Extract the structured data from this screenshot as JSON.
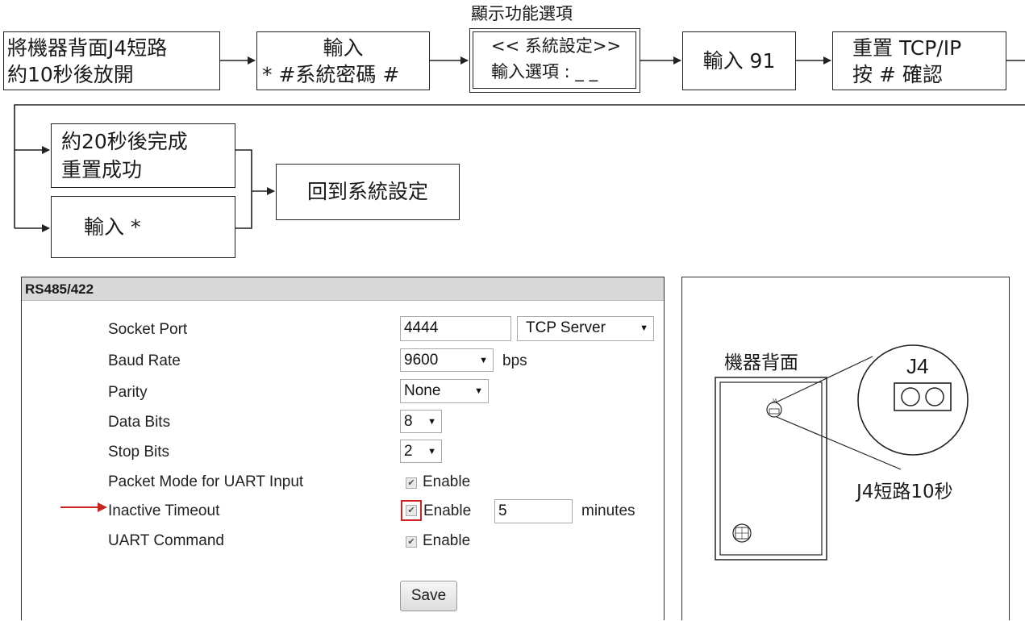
{
  "flow": {
    "step1": {
      "line1": "將機器背面J4短路",
      "line2": "約10秒後放開"
    },
    "step2": {
      "line1": "輸入",
      "line2": "* #系統密碼 #"
    },
    "step3": {
      "caption": "顯示功能選項",
      "line1": "<< 系統設定>>",
      "line2": "輸入選項 : _ _"
    },
    "step4": {
      "line1": "輸入 91"
    },
    "step5": {
      "line1": "重置 TCP/IP",
      "line2": "按 # 確認"
    },
    "result_success": {
      "line1": "約20秒後完成",
      "line2": "重置成功"
    },
    "result_cancel": {
      "line1": "輸入 *"
    },
    "final": {
      "line1": "回到系統設定"
    }
  },
  "settings": {
    "title": "RS485/422",
    "rows": {
      "socket_port": {
        "label": "Socket Port",
        "value": "4444",
        "mode": "TCP Server"
      },
      "baud_rate": {
        "label": "Baud Rate",
        "value": "9600",
        "unit": "bps"
      },
      "parity": {
        "label": "Parity",
        "value": "None"
      },
      "data_bits": {
        "label": "Data Bits",
        "value": "8"
      },
      "stop_bits": {
        "label": "Stop Bits",
        "value": "2"
      },
      "packet_mode": {
        "label": "Packet Mode for UART Input",
        "option": "Enable",
        "checked": true
      },
      "inactive_timeout": {
        "label": "Inactive Timeout",
        "option": "Enable",
        "checked": true,
        "value": "5",
        "unit": "minutes"
      },
      "uart_command": {
        "label": "UART Command",
        "option": "Enable",
        "checked": true
      }
    },
    "save_label": "Save",
    "highlight_color": "#cc2222"
  },
  "device": {
    "back_label": "機器背面",
    "jumper_label": "J4",
    "jumper_small_label": "J4",
    "note": "J4短路10秒"
  }
}
